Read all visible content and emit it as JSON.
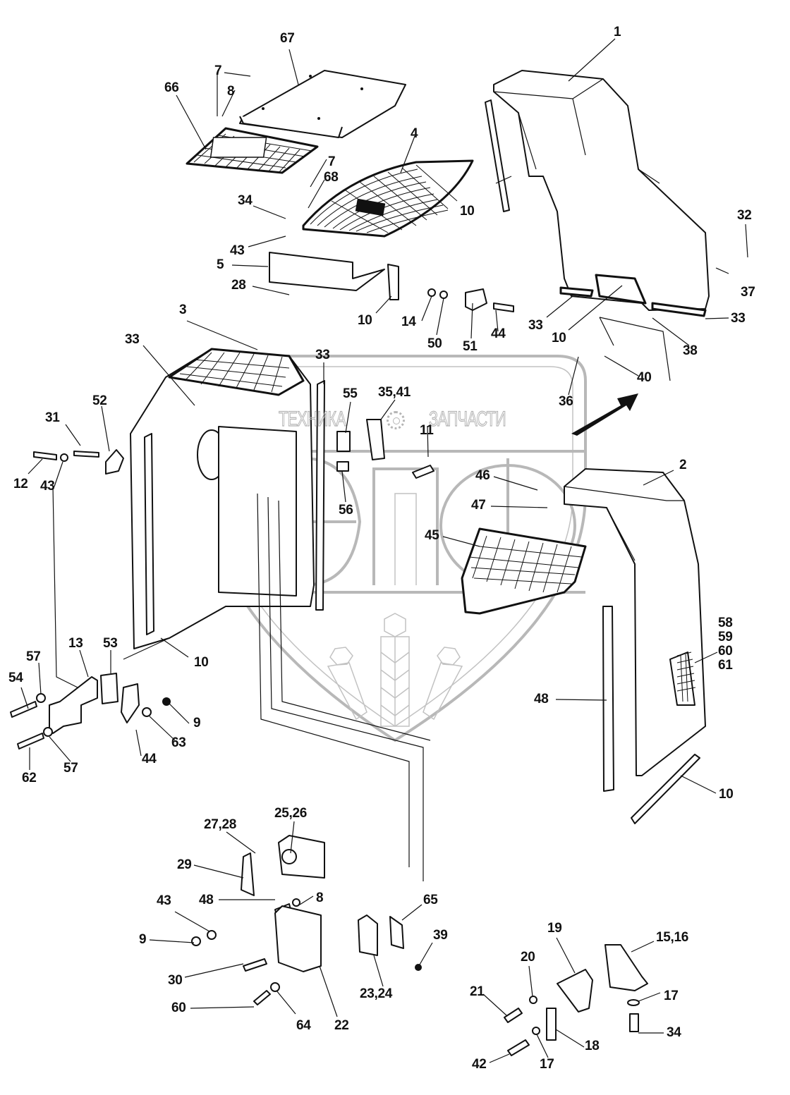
{
  "diagram": {
    "type": "exploded parts diagram",
    "watermark": {
      "text_left": "ТЕХНИКА",
      "text_right": "ЗАПЧАСТИ",
      "logo_letters": "эпф",
      "gear_icon": "gear-icon",
      "wheat_icon": "wheat-icon",
      "color": "#b8b8b8"
    },
    "direction_arrow": "arrow-up-right-icon",
    "callouts": [
      {
        "id": "c1",
        "label": "1"
      },
      {
        "id": "c67",
        "label": "67"
      },
      {
        "id": "c7a",
        "label": "7"
      },
      {
        "id": "c8a",
        "label": "8"
      },
      {
        "id": "c66",
        "label": "66"
      },
      {
        "id": "c4",
        "label": "4"
      },
      {
        "id": "c7b",
        "label": "7"
      },
      {
        "id": "c68",
        "label": "68"
      },
      {
        "id": "c34a",
        "label": "34"
      },
      {
        "id": "c43a",
        "label": "43"
      },
      {
        "id": "c5",
        "label": "5"
      },
      {
        "id": "c28a",
        "label": "28"
      },
      {
        "id": "c10a",
        "label": "10"
      },
      {
        "id": "c10b",
        "label": "10"
      },
      {
        "id": "c14",
        "label": "14"
      },
      {
        "id": "c50",
        "label": "50"
      },
      {
        "id": "c51",
        "label": "51"
      },
      {
        "id": "c44a",
        "label": "44"
      },
      {
        "id": "c32",
        "label": "32"
      },
      {
        "id": "c37",
        "label": "37"
      },
      {
        "id": "c33a",
        "label": "33"
      },
      {
        "id": "c10c",
        "label": "10"
      },
      {
        "id": "c33b",
        "label": "33"
      },
      {
        "id": "c38",
        "label": "38"
      },
      {
        "id": "c40",
        "label": "40"
      },
      {
        "id": "c36",
        "label": "36"
      },
      {
        "id": "c3",
        "label": "3"
      },
      {
        "id": "c33c",
        "label": "33"
      },
      {
        "id": "c33d",
        "label": "33"
      },
      {
        "id": "c55",
        "label": "55"
      },
      {
        "id": "c3541",
        "label": "35,41"
      },
      {
        "id": "c11",
        "label": "11"
      },
      {
        "id": "c56",
        "label": "56"
      },
      {
        "id": "c52",
        "label": "52"
      },
      {
        "id": "c31",
        "label": "31"
      },
      {
        "id": "c12",
        "label": "12"
      },
      {
        "id": "c43b",
        "label": "43"
      },
      {
        "id": "c2",
        "label": "2"
      },
      {
        "id": "c46",
        "label": "46"
      },
      {
        "id": "c47",
        "label": "47"
      },
      {
        "id": "c45",
        "label": "45"
      },
      {
        "id": "c10d",
        "label": "10"
      },
      {
        "id": "c58_61",
        "label": "58\n59\n60\n61"
      },
      {
        "id": "c48a",
        "label": "48"
      },
      {
        "id": "c10e",
        "label": "10"
      },
      {
        "id": "c13",
        "label": "13"
      },
      {
        "id": "c53",
        "label": "53"
      },
      {
        "id": "c57a",
        "label": "57"
      },
      {
        "id": "c54",
        "label": "54"
      },
      {
        "id": "c9a",
        "label": "9"
      },
      {
        "id": "c63",
        "label": "63"
      },
      {
        "id": "c44b",
        "label": "44"
      },
      {
        "id": "c62",
        "label": "62"
      },
      {
        "id": "c57b",
        "label": "57"
      },
      {
        "id": "c2526",
        "label": "25,26"
      },
      {
        "id": "c2728",
        "label": "27,28"
      },
      {
        "id": "c29",
        "label": "29"
      },
      {
        "id": "c48b",
        "label": "48"
      },
      {
        "id": "c8b",
        "label": "8"
      },
      {
        "id": "c43c",
        "label": "43"
      },
      {
        "id": "c9b",
        "label": "9"
      },
      {
        "id": "c65",
        "label": "65"
      },
      {
        "id": "c39",
        "label": "39"
      },
      {
        "id": "c30",
        "label": "30"
      },
      {
        "id": "c2324",
        "label": "23,24"
      },
      {
        "id": "c60",
        "label": "60"
      },
      {
        "id": "c64",
        "label": "64"
      },
      {
        "id": "c22",
        "label": "22"
      },
      {
        "id": "c19",
        "label": "19"
      },
      {
        "id": "c1516",
        "label": "15,16"
      },
      {
        "id": "c20",
        "label": "20"
      },
      {
        "id": "c21",
        "label": "21"
      },
      {
        "id": "c17a",
        "label": "17"
      },
      {
        "id": "c34b",
        "label": "34"
      },
      {
        "id": "c42",
        "label": "42"
      },
      {
        "id": "c17b",
        "label": "17"
      },
      {
        "id": "c18",
        "label": "18"
      }
    ]
  }
}
